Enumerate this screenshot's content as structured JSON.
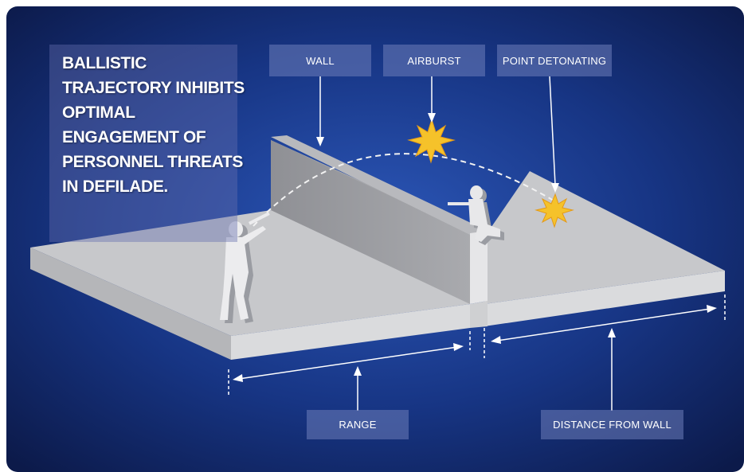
{
  "headline": "BALLISTIC TRAJECTORY INHIBITS OPTIMAL ENGAGEMENT OF PERSONNEL THREATS IN DEFILADE.",
  "labels": {
    "wall": "WALL",
    "airburst": "AIRBURST",
    "point_detonating": "POINT DETONATING",
    "range": "RANGE",
    "distance_from_wall": "DISTANCE FROM WALL"
  },
  "colors": {
    "background_center": "#2c57b8",
    "background_edge": "#0c1a4a",
    "label_fill": "#6e7db9",
    "platform_top": "#c8c9cc",
    "platform_side": "#d9dadc",
    "wall_face": "#9a9b9f",
    "soldier": "#e6e6e6",
    "burst": "#f5c22a"
  },
  "icons": {
    "shooter": "soldier-aiming-standing-icon",
    "target": "soldier-kneeling-icon",
    "airburst": "explosion-burst-icon",
    "point_detonation": "explosion-burst-icon"
  }
}
